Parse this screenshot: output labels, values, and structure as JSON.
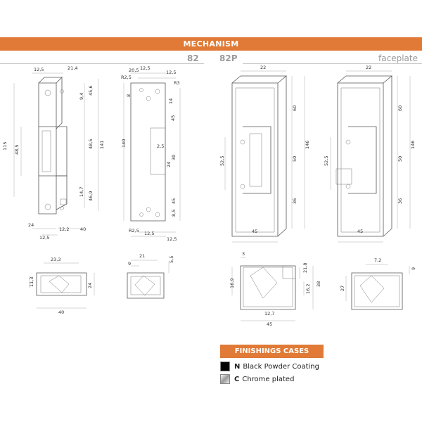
{
  "header": {
    "title": "MECHANISM",
    "model_a": "82",
    "model_b": "82P",
    "faceplate": "faceplate"
  },
  "dims": {
    "d12_5": "12,5",
    "d21_4": "21,4",
    "d9_4": "9,4",
    "d45_6": "45,6",
    "d115": "115",
    "d48_5": "48,5",
    "d141": "141",
    "d14_7": "14,7",
    "d46_9": "46,9",
    "d24": "24",
    "d12_2": "12,2",
    "d40": "40",
    "dR2_5": "R2,5",
    "d20_5": "20,5",
    "d8": "8",
    "dR3": "R3",
    "d14": "14",
    "d140": "140",
    "d2_5": "2,5",
    "d30": "30",
    "d8_5": "8,5",
    "d22": "22",
    "d60": "60",
    "d146": "146",
    "d52_5": "52,5",
    "d50": "50",
    "d36": "36",
    "d45": "45",
    "d23_3": "23,3",
    "d11_3": "11,3",
    "d21": "21",
    "d9": "9",
    "d5_5": "5,5",
    "d3": "3",
    "d21_8": "21,8",
    "d16_9": "16,9",
    "d38": "38",
    "d16_2": "16,2",
    "d12_7": "12,7",
    "d7_2": "7,2",
    "d27": "27"
  },
  "finishings": {
    "title": "FINISHINGS CASES",
    "items": [
      {
        "code": "N",
        "label": "Black Powder Coating",
        "swatch": "#000000"
      },
      {
        "code": "C",
        "label": "Chrome plated",
        "swatch": "gradient"
      }
    ]
  },
  "colors": {
    "accent": "#e07a36",
    "muted_text": "#9a9a9a"
  }
}
